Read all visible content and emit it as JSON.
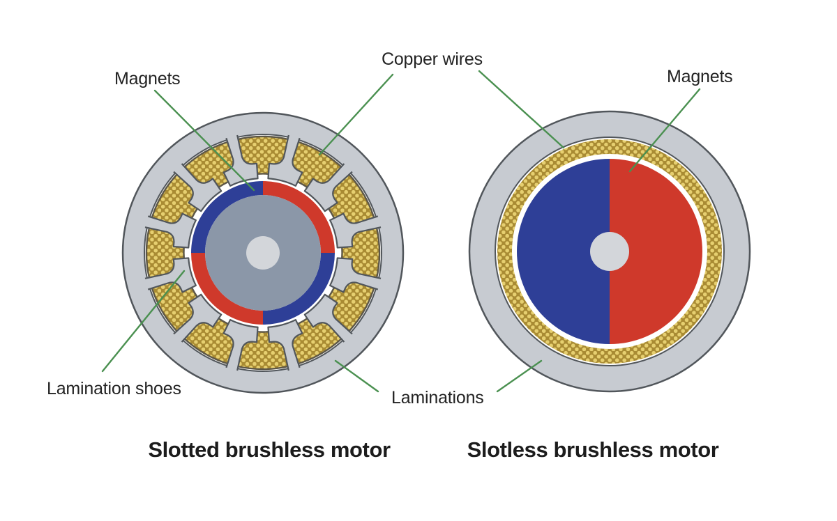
{
  "diagram": {
    "background": "#ffffff",
    "labels": {
      "magnets_left": "Magnets",
      "copper_wires": "Copper wires",
      "magnets_right": "Magnets",
      "lamination_shoes": "Lamination shoes",
      "laminations": "Laminations"
    },
    "titles": {
      "left": "Slotted brushless motor",
      "right": "Slotless brushless motor"
    },
    "colors": {
      "lamination_gray": "#c7cbd1",
      "outline_dark": "#51565b",
      "copper_bg": "#a98b33",
      "copper_dot": "#e6cf70",
      "copper_outline": "#5d5747",
      "magnet_blue": "#2e3f97",
      "magnet_red": "#cf392b",
      "rotor_gray": "#8b97a8",
      "shaft_gray": "#d3d6da",
      "leader_green": "#4a9050",
      "text_dark": "#232323"
    },
    "left_motor": {
      "name": "Slotted brushless motor",
      "slot_count": 12,
      "tooth_count": 12,
      "magnet_pole_count": 4
    },
    "right_motor": {
      "name": "Slotless brushless motor",
      "magnet_pole_count": 2
    }
  }
}
